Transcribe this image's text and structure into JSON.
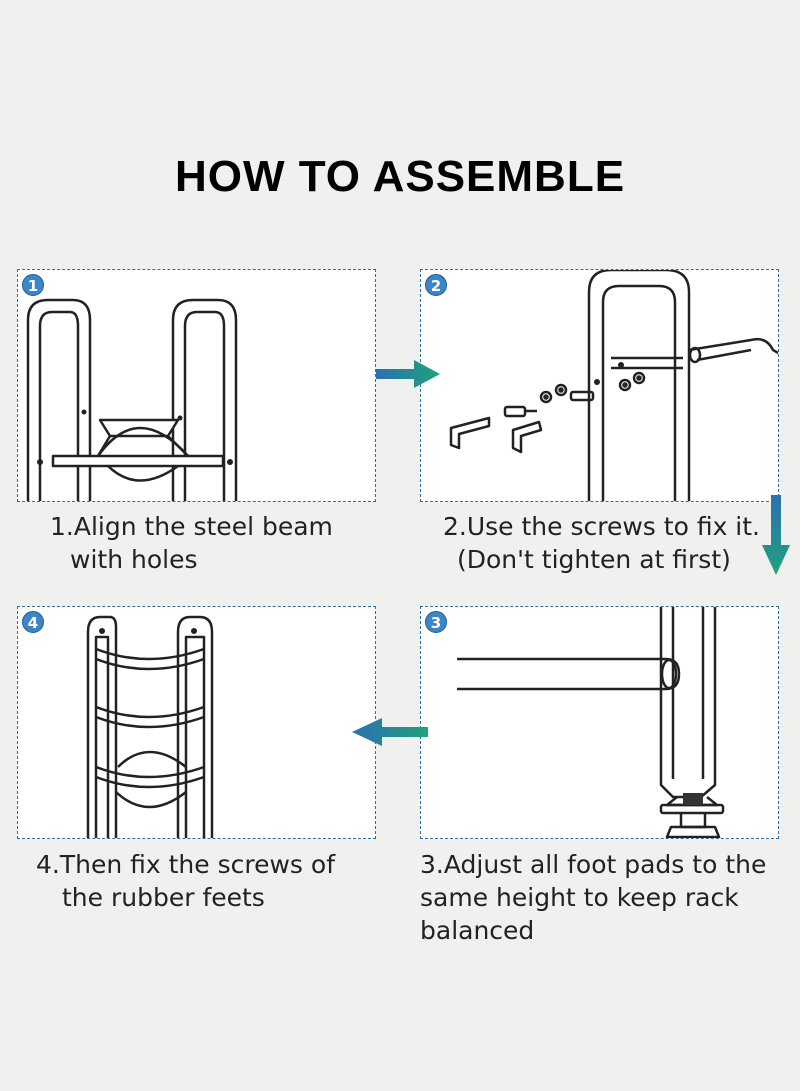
{
  "title": "HOW TO ASSEMBLE",
  "accent": "#3d86c6",
  "steps": [
    {
      "badge": "1",
      "line1": "1.Align the steel beam",
      "line2": "with holes",
      "line3": ""
    },
    {
      "badge": "2",
      "line1": "2.Use the screws to fix it.",
      "line2": "(Don't tighten at first)",
      "line3": ""
    },
    {
      "badge": "3",
      "line1": "3.Adjust all foot pads to the",
      "line2": "same height to keep rack",
      "line3": "balanced"
    },
    {
      "badge": "4",
      "line1": "4.Then fix the screws of",
      "line2": "the rubber feets",
      "line3": ""
    }
  ]
}
